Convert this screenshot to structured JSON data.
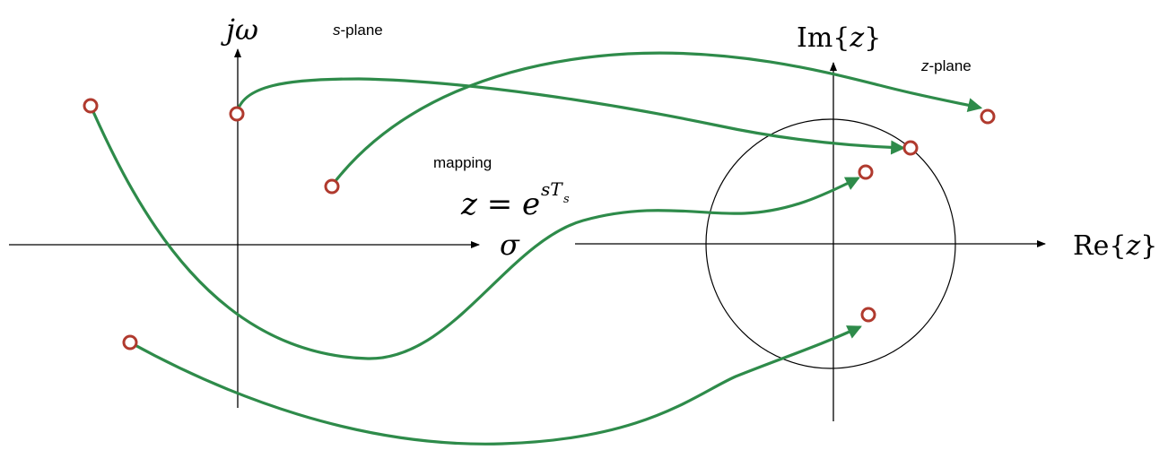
{
  "s_plane": {
    "vertical_axis_label": "jω",
    "horizontal_axis_label": "σ",
    "plane_label_var": "s",
    "plane_label_suffix": "-plane"
  },
  "z_plane": {
    "vertical_label_prefix": "Im{",
    "vertical_label_var": "z",
    "vertical_label_suffix": "}",
    "horizontal_label_prefix": "Re{",
    "horizontal_label_var": "z",
    "horizontal_label_suffix": "}",
    "plane_label_var": "z",
    "plane_label_suffix": "-plane"
  },
  "mapping": {
    "caption": "mapping",
    "formula_lhs": "z",
    "formula_eq": " = ",
    "formula_base": "e",
    "formula_exp_s": "s",
    "formula_exp_T": "T",
    "formula_exp_sub": "s"
  },
  "colors": {
    "arrow": "#2e8b4a",
    "pole": "#b03a2e",
    "axis": "#000000"
  }
}
